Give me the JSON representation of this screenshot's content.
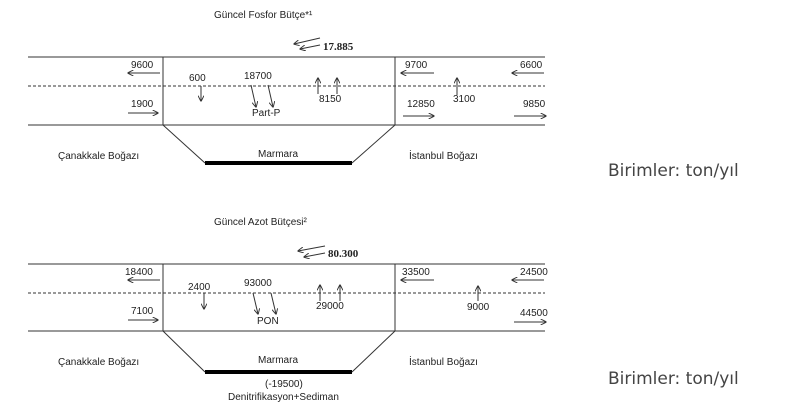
{
  "units_label": "Birimler: ton/yıl",
  "phosphorus": {
    "title": "Güncel Fosfor Bütçe*¹",
    "total": "17.885",
    "left_upper_out": "9600",
    "left_lower_in": "1900",
    "down_flux": "600",
    "particulate_flux": "18700",
    "particulate_label": "Part-P",
    "up_flux": "8150",
    "right_upper_in": "9700",
    "right_upper_out": "6600",
    "right_lower_in": "12850",
    "right_up_flux": "3100",
    "right_lower_out": "9850",
    "left_strait": "Çanakkale Boğazı",
    "basin": "Marmara",
    "right_strait": "İstanbul Boğazı"
  },
  "nitrogen": {
    "title": "Güncel Azot Bütçesi²",
    "total": "80.300",
    "left_upper_out": "18400",
    "left_lower_in": "7100",
    "down_flux": "2400",
    "particulate_flux": "93000",
    "particulate_label": "PON",
    "up_flux": "29000",
    "right_upper_in": "33500",
    "right_upper_out": "24500",
    "right_up_flux": "9000",
    "right_lower_out": "44500",
    "left_strait": "Çanakkale Boğazı",
    "basin": "Marmara",
    "right_strait": "İstanbul Boğazı",
    "sediment_value": "(-19500)",
    "sediment_label": "Denitrifikasyon+Sediman"
  }
}
